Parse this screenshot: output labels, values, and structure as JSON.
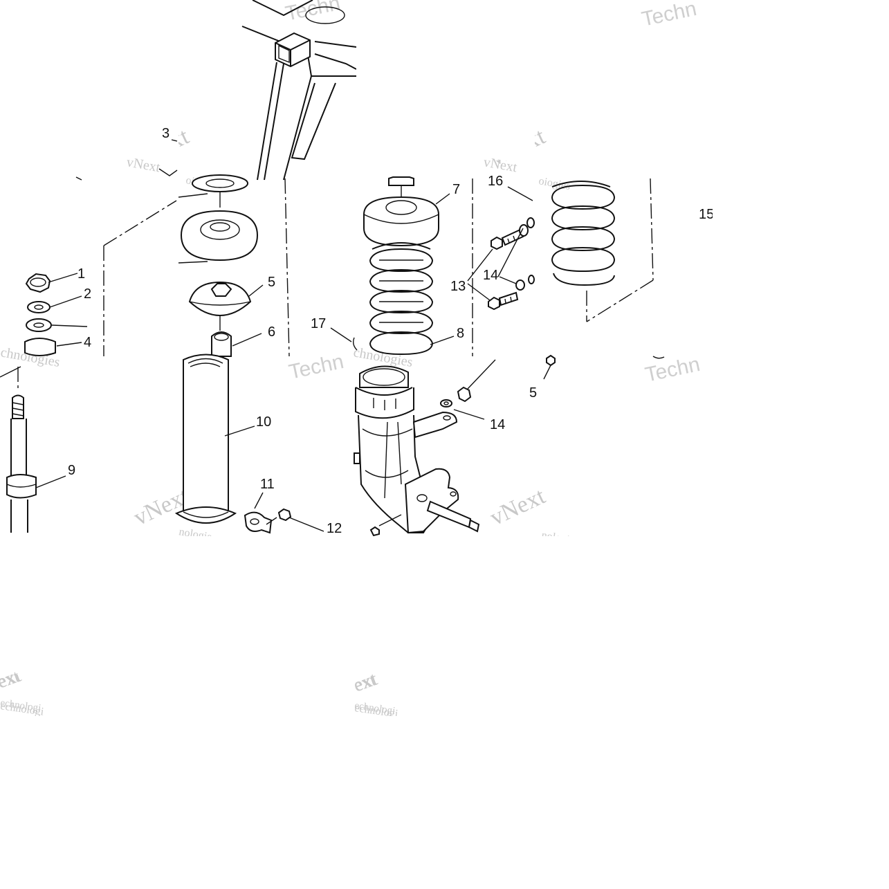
{
  "diagram": {
    "callouts": [
      {
        "id": "c1",
        "text": "1"
      },
      {
        "id": "c2",
        "text": "2"
      },
      {
        "id": "c3",
        "text": "3"
      },
      {
        "id": "c4",
        "text": "4"
      },
      {
        "id": "c5",
        "text": "5"
      },
      {
        "id": "c6",
        "text": "6"
      },
      {
        "id": "c7",
        "text": "7"
      },
      {
        "id": "c8",
        "text": "8"
      },
      {
        "id": "c9",
        "text": "9"
      },
      {
        "id": "c10",
        "text": "10"
      },
      {
        "id": "c11",
        "text": "11"
      },
      {
        "id": "c12",
        "text": "12"
      },
      {
        "id": "c13",
        "text": "13"
      },
      {
        "id": "c14a",
        "text": "14"
      },
      {
        "id": "c14b",
        "text": "14"
      },
      {
        "id": "c15",
        "text": "15"
      },
      {
        "id": "c16",
        "text": "16"
      },
      {
        "id": "c17",
        "text": "17"
      },
      {
        "id": "c5b",
        "text": "5"
      }
    ],
    "watermark": {
      "brand": "vNext",
      "word": "Technologies",
      "short": "Techn",
      "fragments": [
        "ext",
        "echnologi",
        "chnologies",
        "oiogies",
        "nologie"
      ]
    }
  }
}
